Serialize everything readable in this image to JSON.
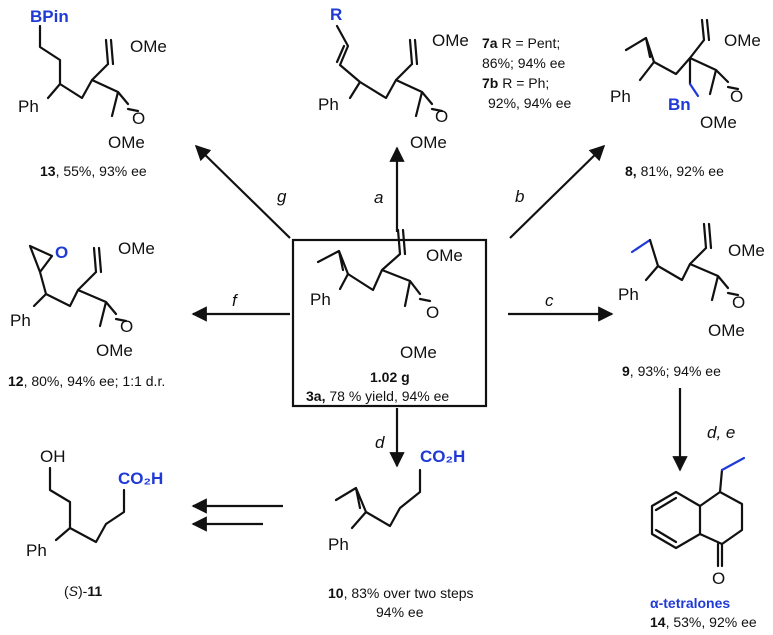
{
  "center": {
    "substituent": "OMe",
    "ph": "Ph",
    "mass": "1.02 g",
    "caption_id": "3a,",
    "caption_text": " 78 % yield, 94% ee"
  },
  "conditions": {
    "a": "a",
    "b": "b",
    "c": "c",
    "d": "d",
    "de": "d, e",
    "f": "f",
    "g": "g"
  },
  "c13": {
    "bpin": "BPin",
    "caption_id": "13",
    "caption_text": ", 55%, 93% ee"
  },
  "c7": {
    "r": "R",
    "line1_id": "7a",
    "line1_text": " R = Pent;",
    "line2": "86%; 94% ee",
    "line3_id": "7b",
    "line3_text": " R = Ph;",
    "line4": "92%, 94% ee"
  },
  "c8": {
    "bn": "Bn",
    "caption_id": "8,",
    "caption_text": " 81%, 92% ee"
  },
  "c12": {
    "o": "O",
    "caption_id": "12",
    "caption_text": ", 80%, 94% ee; 1:1 d.r."
  },
  "c9": {
    "caption_id": "9",
    "caption_text": ", 93%; 94% ee"
  },
  "c10": {
    "co2h": "CO₂H",
    "caption_id": "10",
    "caption_text": ", 83% over two steps",
    "caption_line2": "94% ee"
  },
  "c11": {
    "oh": "OH",
    "co2h": "CO₂H",
    "caption_pre": "(",
    "caption_s": "S",
    "caption_mid": ")-",
    "caption_id": "11"
  },
  "c14": {
    "o": "O",
    "title": "α-tetralones",
    "caption_id": "14",
    "caption_text": ", 53%, 92% ee"
  }
}
